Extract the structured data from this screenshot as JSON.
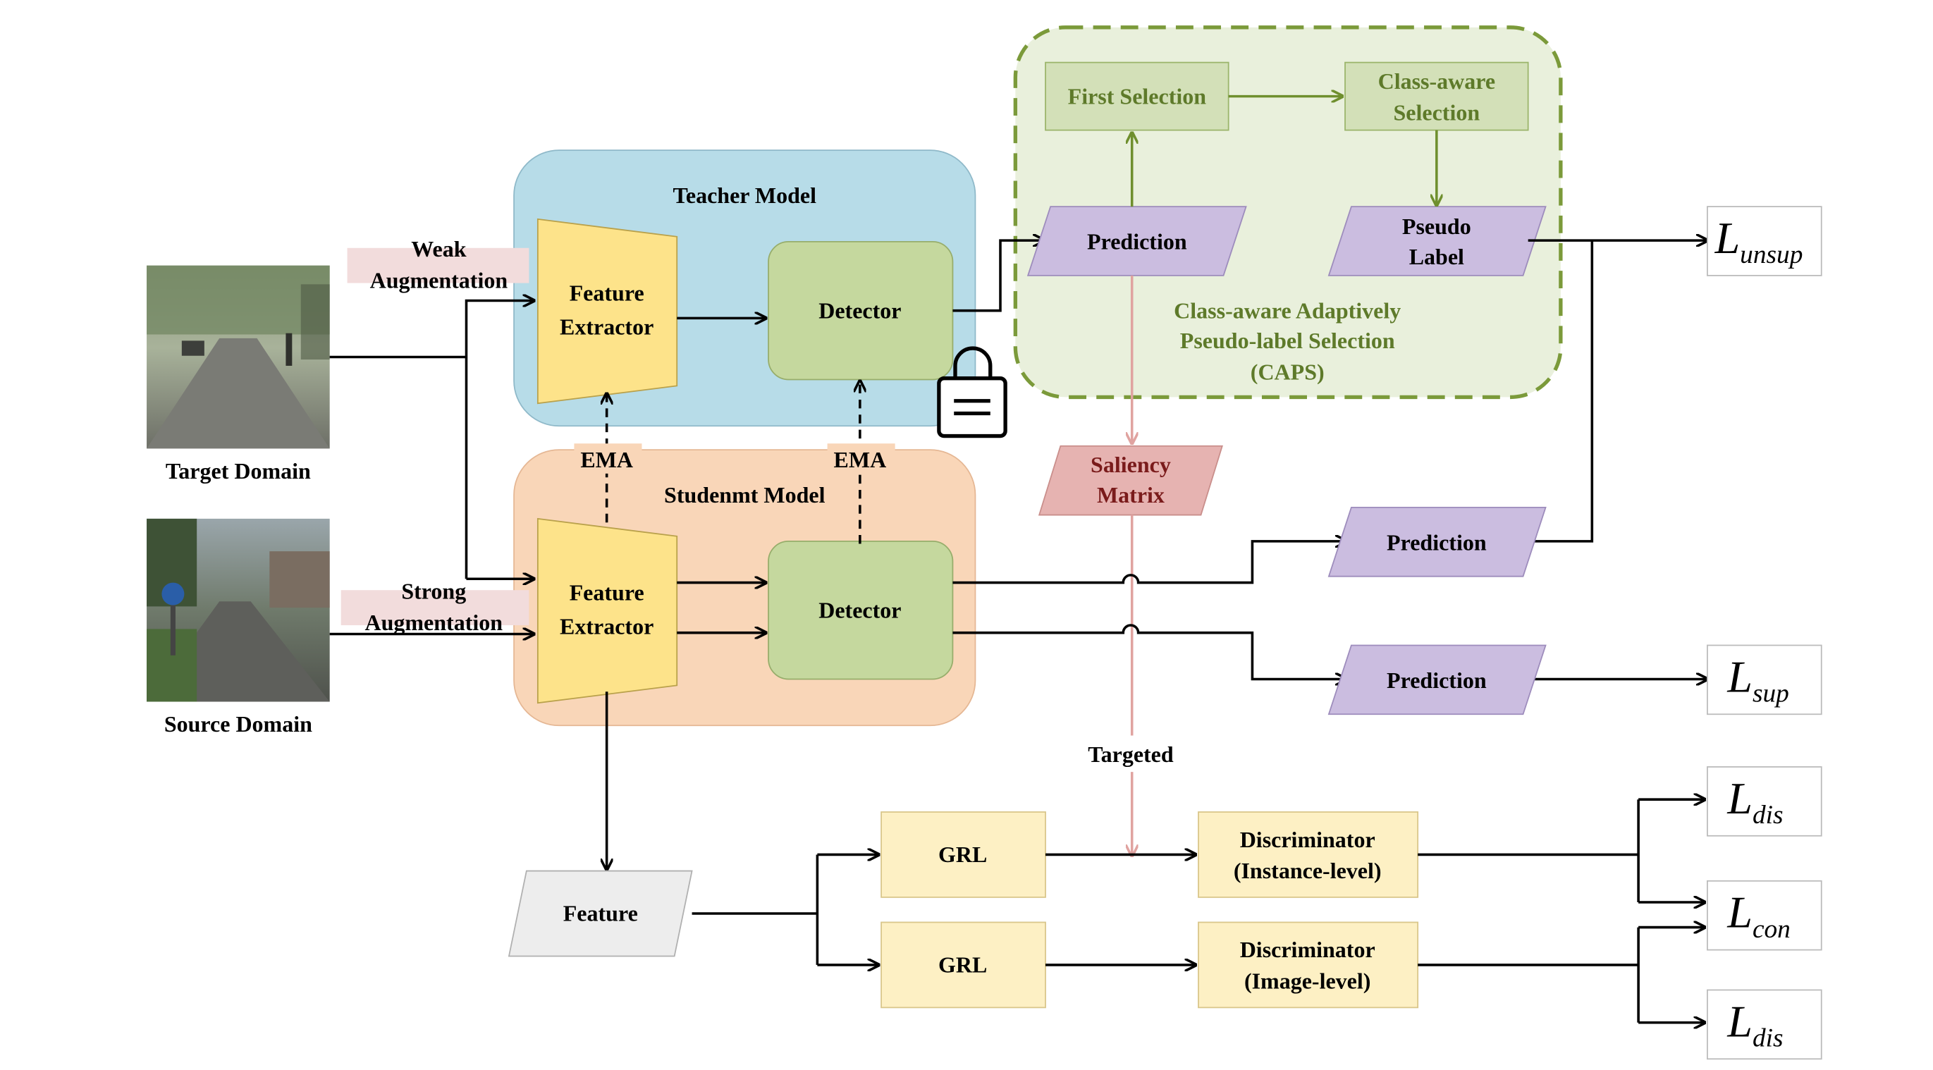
{
  "labels": {
    "teacher_model": "Teacher Model",
    "student_model": "Studenmt Model",
    "feature_extractor_line1": "Feature",
    "feature_extractor_line2": "Extractor",
    "detector": "Detector",
    "ema": "EMA",
    "weak_aug_line1": "Weak",
    "weak_aug_line2": "Augmentation",
    "strong_aug_line1": "Strong",
    "strong_aug_line2": "Augmentation",
    "target_domain": "Target Domain",
    "source_domain": "Source Domain",
    "first_selection": "First Selection",
    "class_aware_line1": "Class-aware",
    "class_aware_line2": "Selection",
    "prediction": "Prediction",
    "pseudo_line1": "Pseudo",
    "pseudo_line2": "Label",
    "caps_line1": "Class-aware Adaptively",
    "caps_line2": "Pseudo-label Selection",
    "caps_line3": "(CAPS)",
    "saliency_line1": "Saliency",
    "saliency_line2": "Matrix",
    "targeted": "Targeted",
    "feature": "Feature",
    "grl": "GRL",
    "discriminator": "Discriminator",
    "instance_level": "(Instance-level)",
    "image_level": "(Image-level)"
  },
  "losses": {
    "unsup": {
      "base": "L",
      "sub": "unsup"
    },
    "sup": {
      "base": "L",
      "sub": "sup"
    },
    "dis1": {
      "base": "L",
      "sub": "dis"
    },
    "con": {
      "base": "L",
      "sub": "con"
    },
    "dis2": {
      "base": "L",
      "sub": "dis"
    }
  },
  "icons": {
    "lock": "lock-icon",
    "target_image": "foggy-street-photo",
    "source_image": "city-street-photo"
  },
  "colors": {
    "teacher_bg": "#b7dce8",
    "student_bg": "#f9d6b8",
    "caps_bg": "#e9f0dc",
    "caps_border": "#7b9a3a",
    "caps_box": "#d3e0b8",
    "extractor": "#fde38a",
    "detector": "#c5d89e",
    "prediction": "#cbbde0",
    "saliency": "#e6b3b1",
    "grl": "#fdf0c4",
    "feature_box": "#ededed",
    "aug_bg": "#f2dcdc"
  }
}
